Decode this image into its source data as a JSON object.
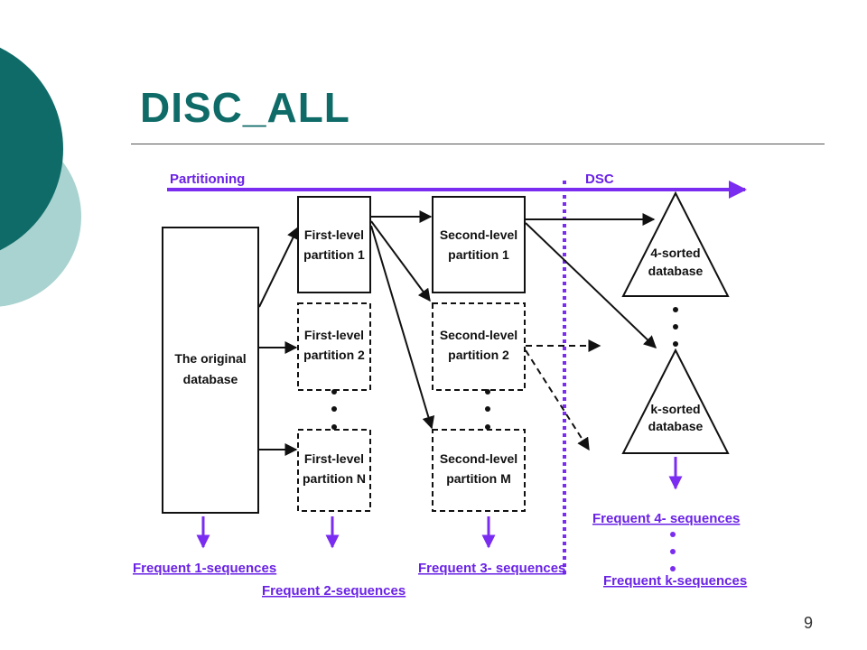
{
  "slide": {
    "title": "DISC_ALL",
    "page_number": "9"
  },
  "colors": {
    "title": "#0f6b68",
    "circle_dark": "#0f6b68",
    "circle_light": "#a9d3d0",
    "arrow_purple": "#7a2cf0",
    "label_purple": "#6a22e6"
  },
  "diagram": {
    "top_labels": {
      "partitioning": "Partitioning",
      "dsc": "DSC"
    },
    "original_db": [
      "The original",
      "database"
    ],
    "first_level": [
      [
        "First-level",
        "partition 1"
      ],
      [
        "First-level",
        "partition 2"
      ],
      [
        "First-level",
        "partition N"
      ]
    ],
    "second_level": [
      [
        "Second-level",
        "partition 1"
      ],
      [
        "Second-level",
        "partition 2"
      ],
      [
        "Second-level",
        "partition M"
      ]
    ],
    "sorted_db": [
      [
        "4-sorted",
        "database"
      ],
      [
        "k-sorted",
        "database"
      ]
    ],
    "frequent": {
      "f1": "Frequent 1-sequences",
      "f2": "Frequent 2-sequences",
      "f3": "Frequent 3- sequences",
      "f4": "Frequent 4- sequences",
      "fk": "Frequent k-sequences"
    }
  }
}
